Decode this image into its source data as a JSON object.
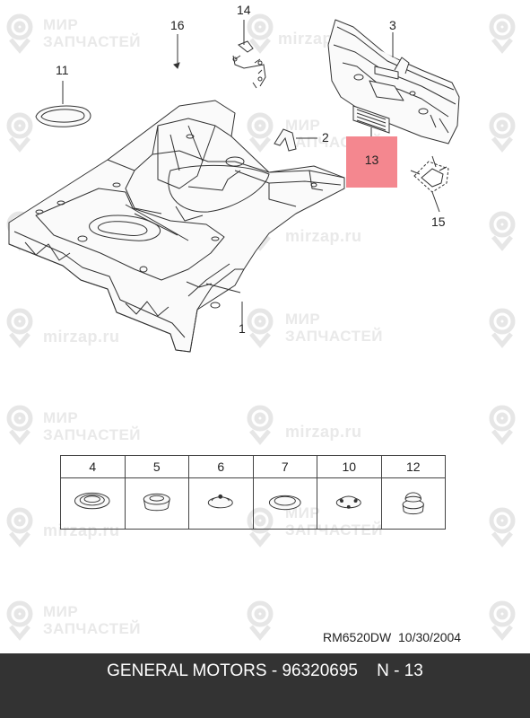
{
  "watermark": {
    "line1": "МИР",
    "line2": "ЗАПЧАСТЕЙ",
    "url": "mirzap.ru"
  },
  "callouts": {
    "c1": "1",
    "c2": "2",
    "c3": "3",
    "c11": "11",
    "c13": "13",
    "c14": "14",
    "c15": "15",
    "c16": "16"
  },
  "highlight": {
    "label": "13",
    "color": "#f4878f"
  },
  "plugs_table": {
    "headers": [
      "4",
      "5",
      "6",
      "7",
      "10",
      "12"
    ]
  },
  "drawing_ref": "RM6520DW  10/30/2004",
  "footer": {
    "text": "GENERAL MOTORS - 96320695    N - 13",
    "background": "#333333"
  },
  "icons": [
    "watermark-pin-icon",
    "floor-panel-drawing",
    "rear-panel-drawing",
    "plug-icon"
  ]
}
